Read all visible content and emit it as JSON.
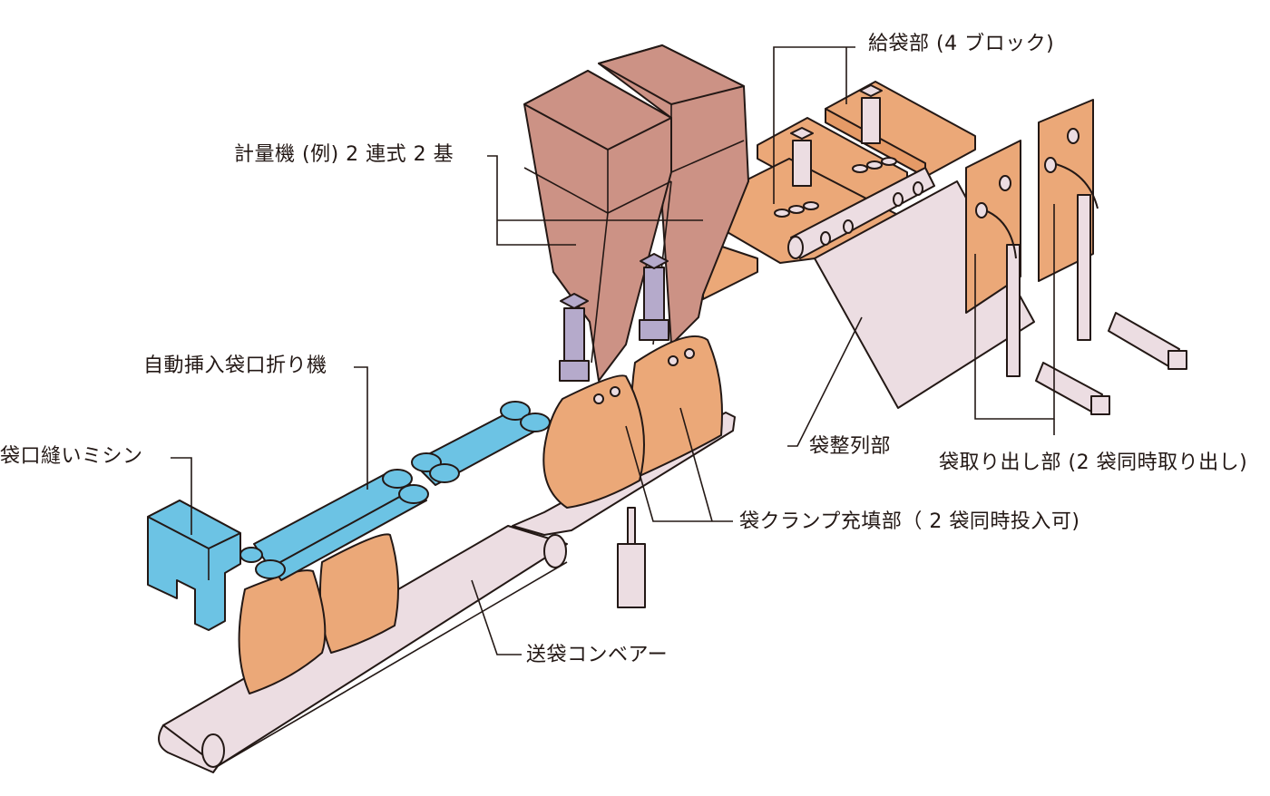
{
  "diagram": {
    "title": "",
    "colors": {
      "hopper": "#cc9285",
      "bag": "#eba878",
      "machine_blue": "#6cc3e4",
      "conveyor": "#ecdde2",
      "cylinder": "#b5aacb",
      "outline": "#231815"
    },
    "components": [
      {
        "id": "bag-feeder",
        "label": "給袋部 (4 ブロック)"
      },
      {
        "id": "weigher",
        "label": "計量機 (例) 2 連式 2 基"
      },
      {
        "id": "auto-folder",
        "label": "自動挿入袋口折り機"
      },
      {
        "id": "sewing-machine",
        "label": "袋口縫いミシン"
      },
      {
        "id": "bag-aligner",
        "label": "袋整列部"
      },
      {
        "id": "bag-takeout",
        "label": "袋取り出し部 (2 袋同時取り出し)"
      },
      {
        "id": "clamp-filler",
        "label": "袋クランプ充填部（ 2 袋同時投入可)"
      },
      {
        "id": "conveyor",
        "label": "送袋コンベアー"
      }
    ]
  }
}
